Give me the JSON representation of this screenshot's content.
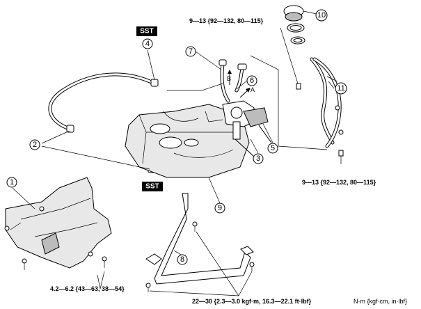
{
  "sst_labels": [
    "SST",
    "SST"
  ],
  "callouts": [
    "1",
    "2",
    "3",
    "4",
    "5",
    "6",
    "7",
    "8",
    "9",
    "10",
    "11"
  ],
  "flow_labels": {
    "a": "A",
    "b": "B"
  },
  "torque_specs": {
    "filler_pipe_top": "9—13 {92—132, 80—115}",
    "filler_pipe_bottom": "9—13 {92—132, 80—115}",
    "undercover": "4.2—6.2 {43—63, 38—54}",
    "tank_strap": "22—30 {2.3—3.0 kgf·m, 16.3—22.1 ft·lbf}"
  },
  "unit_legend": "N·m {kgf·cm, in·lbf}"
}
